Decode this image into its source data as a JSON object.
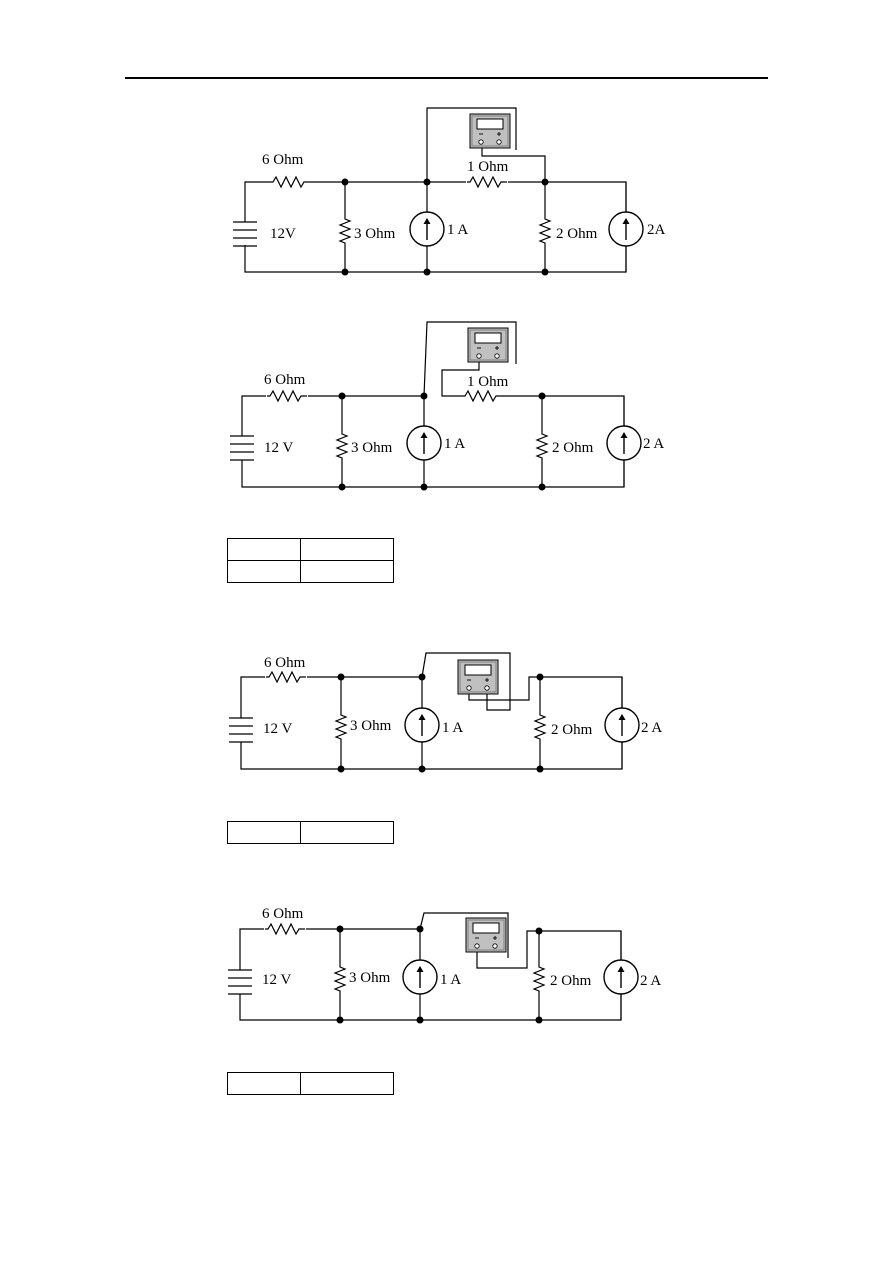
{
  "circuits": [
    {
      "r_series": "6 Ohm",
      "source_v": "12V",
      "r_shunt": "3 Ohm",
      "i_src1": "1 A",
      "r_bridge": "1 Ohm",
      "r_load": "2 Ohm",
      "i_src2": "2A"
    },
    {
      "r_series": "6 Ohm",
      "source_v": "12 V",
      "r_shunt": "3 Ohm",
      "i_src1": "1 A",
      "r_bridge": "1 Ohm",
      "r_load": "2 Ohm",
      "i_src2": "2 A"
    },
    {
      "r_series": "6 Ohm",
      "source_v": "12 V",
      "r_shunt": "3 Ohm",
      "i_src1": "1 A",
      "r_load": "2 Ohm",
      "i_src2": "2 A"
    },
    {
      "r_series": "6 Ohm",
      "source_v": "12 V",
      "r_shunt": "3 Ohm",
      "i_src1": "1 A",
      "r_load": "2 Ohm",
      "i_src2": "2 A"
    }
  ],
  "meter": {
    "minus": "−",
    "plus": "+"
  },
  "icons": [
    "multimeter-icon",
    "battery-icon",
    "current-source-icon",
    "resistor-icon"
  ]
}
